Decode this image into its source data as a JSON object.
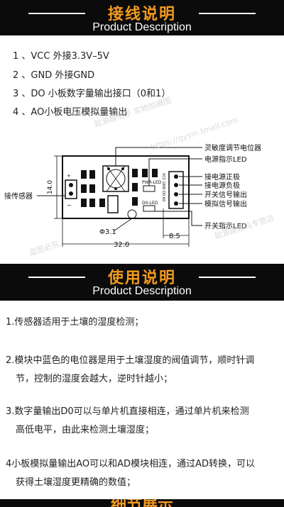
{
  "section1": {
    "title": "接线说明",
    "subtitle": "Product Description"
  },
  "wiring": [
    "1 、VCC 外接3.3V–5V",
    "2 、GND 外接GND",
    "3 、DO 小板数字量输出接口（0和1）",
    "4 、AO小板电压模拟量输出"
  ],
  "diagram": {
    "labels": {
      "pot": "灵敏度调节电位器",
      "power_led": "电源指示LED",
      "vcc": "接电源正极",
      "gnd": "接电源负极",
      "do": "开关信号输出",
      "ao": "模拟信号输出",
      "sensor": "接传感器",
      "switch_led": "开关指示LED"
    },
    "dims": {
      "height": "14.0",
      "width": "32.0",
      "pin_pitch": "8.5",
      "hole": "Φ3.1"
    },
    "silk": {
      "pwr": "PWR-LED",
      "d0": "D0-LED",
      "pins": "VCC GND D0 A0"
    }
  },
  "section2": {
    "title": "使用说明",
    "subtitle": "Product Description"
  },
  "usage": [
    {
      "first": "1.传感器适用于土壤的湿度检测；",
      "second": ""
    },
    {
      "first": "2.模块中蓝色的电位器是用于土壤湿度的阀值调节，顺时针调",
      "second": "节，控制的湿度会越大，逆时针越小；"
    },
    {
      "first": "3.数字量输出D0可以与单片机直接相连，通过单片机来检测",
      "second": "高低电平，由此来检测土壤湿度；"
    },
    {
      "first": "4小板模拟量输出AO可以和AD模块相连，通过AD转换，可以",
      "second": "获得土壤湿度更精确的数值；"
    }
  ],
  "section3": {
    "title": "细节展示"
  },
  "watermarks": [
    "软源趣电子 实物拍摄图",
    "https://qysm.tmall.com",
    "软源趣数码专营店",
    "盗图必究"
  ]
}
